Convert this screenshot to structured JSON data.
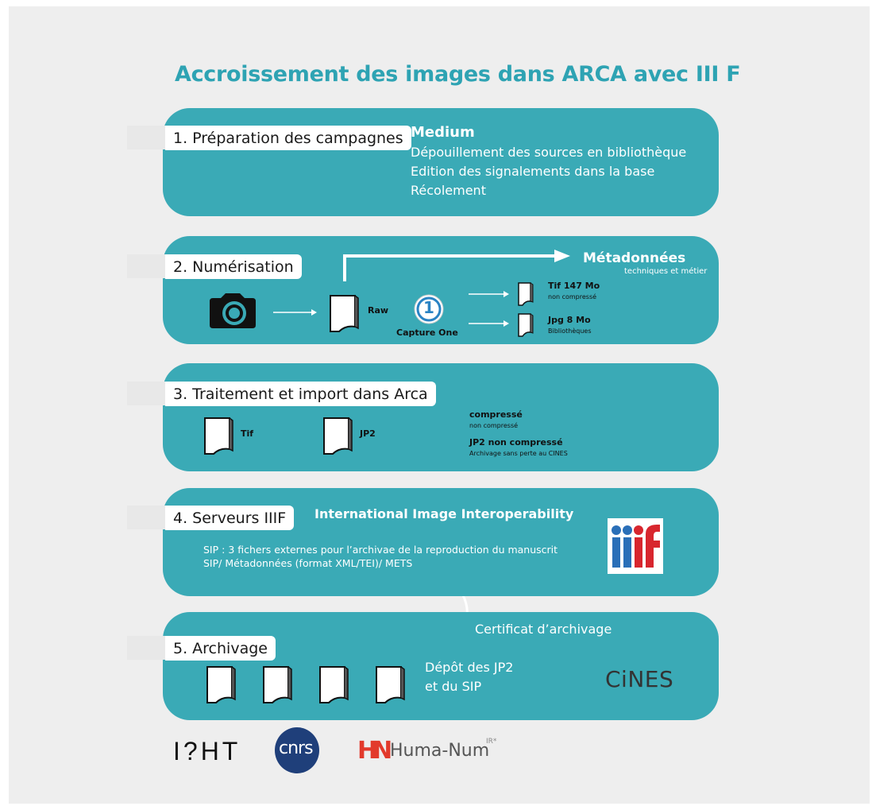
{
  "title": "Accroissement des images dans ARCA avec III F",
  "steps": [
    {
      "label": "1. Préparation des campagnes",
      "heading": "Medium",
      "lines": [
        "Dépouillement des sources en bibliothèque",
        "Edition des signalements dans la base",
        "Récolement"
      ]
    },
    {
      "label": "2. Numérisation",
      "metadata_title": "Métadonnées",
      "metadata_sub": "techniques et métier",
      "raw": "Raw",
      "capture": "Capture One",
      "capture_num": "1",
      "tif": "Tif 147 Mo",
      "tif_sub": "non compressé",
      "jpg": "Jpg 8 Mo",
      "jpg_sub": "Bibliothèques"
    },
    {
      "label": "3. Traitement et import dans Arca",
      "tif": "Tif",
      "jp2": "JP2",
      "out1": "compressé",
      "out1_sub": "non compressé",
      "out2": "JP2 non compressé",
      "out2_sub": "Archivage sans perte au CINES"
    },
    {
      "label": "4. Serveurs IIIF",
      "heading": "International Image Interoperability",
      "lines": [
        "SIP : 3 fichers externes pour l’archivae de la reproduction du manuscrit",
        "SIP/ Métadonnées (format XML/TEI)/ METS"
      ],
      "logo": "iiif"
    },
    {
      "label": "5. Archivage",
      "certificate": "Certificat d’archivage",
      "deposit_lines": [
        "Dépôt des JP2",
        "et du SIP"
      ],
      "logo": "CiNES"
    }
  ],
  "footer_logos": {
    "irht": "I?HT",
    "cnrs": "cnrs",
    "humanum": "Huma-Num",
    "humanum_sup": "IR*",
    "humanum_mark": "HN"
  },
  "colors": {
    "panel": "#3aaab6",
    "title": "#2ea3b3",
    "iiif_blue": "#2a6fb8",
    "iiif_red": "#d8262e"
  }
}
